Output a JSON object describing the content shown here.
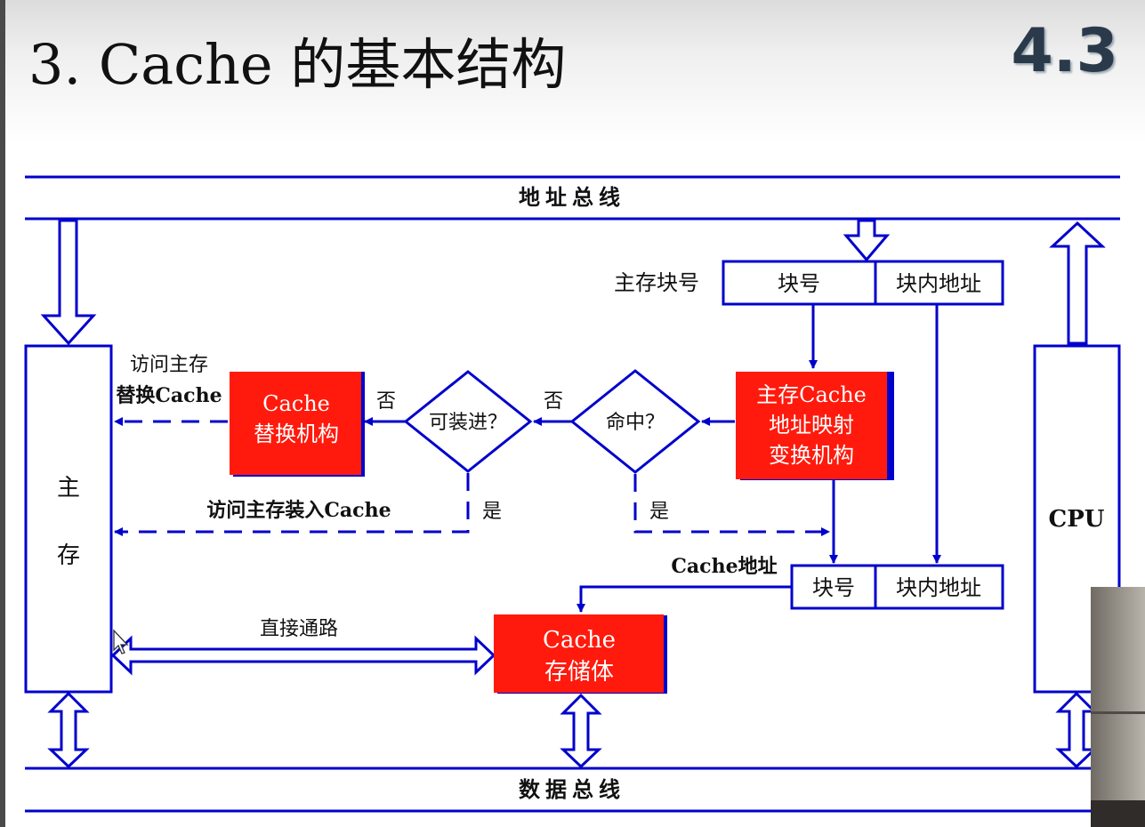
{
  "slide": {
    "title": "3. Cache 的基本结构",
    "number": "4.3"
  },
  "colors": {
    "line": "#0000cc",
    "box_fill": "#ff1a0d",
    "box_text": "#ffffff"
  },
  "diagram": {
    "address_bus": "地址总线",
    "data_bus": "数据总线",
    "main_memory": [
      "主",
      "存"
    ],
    "cpu": "CPU",
    "main_block_label": "主存块号",
    "main_addr_fields": [
      "块号",
      "块内地址"
    ],
    "cache_addr_label": "Cache地址",
    "cache_addr_fields": [
      "块号",
      "块内地址"
    ],
    "mapping_unit": [
      "主存Cache",
      "地址映射",
      "变换机构"
    ],
    "replace_unit": [
      "Cache",
      "替换机构"
    ],
    "cache_storage": [
      "Cache",
      "存储体"
    ],
    "hit_decision": "命中？",
    "loadable_decision": "可装进？",
    "no_label": "否",
    "yes_label": "是",
    "access_replace": [
      "访问主存",
      "替换Cache"
    ],
    "access_load": "访问主存装入Cache",
    "direct_path": "直接通路"
  }
}
